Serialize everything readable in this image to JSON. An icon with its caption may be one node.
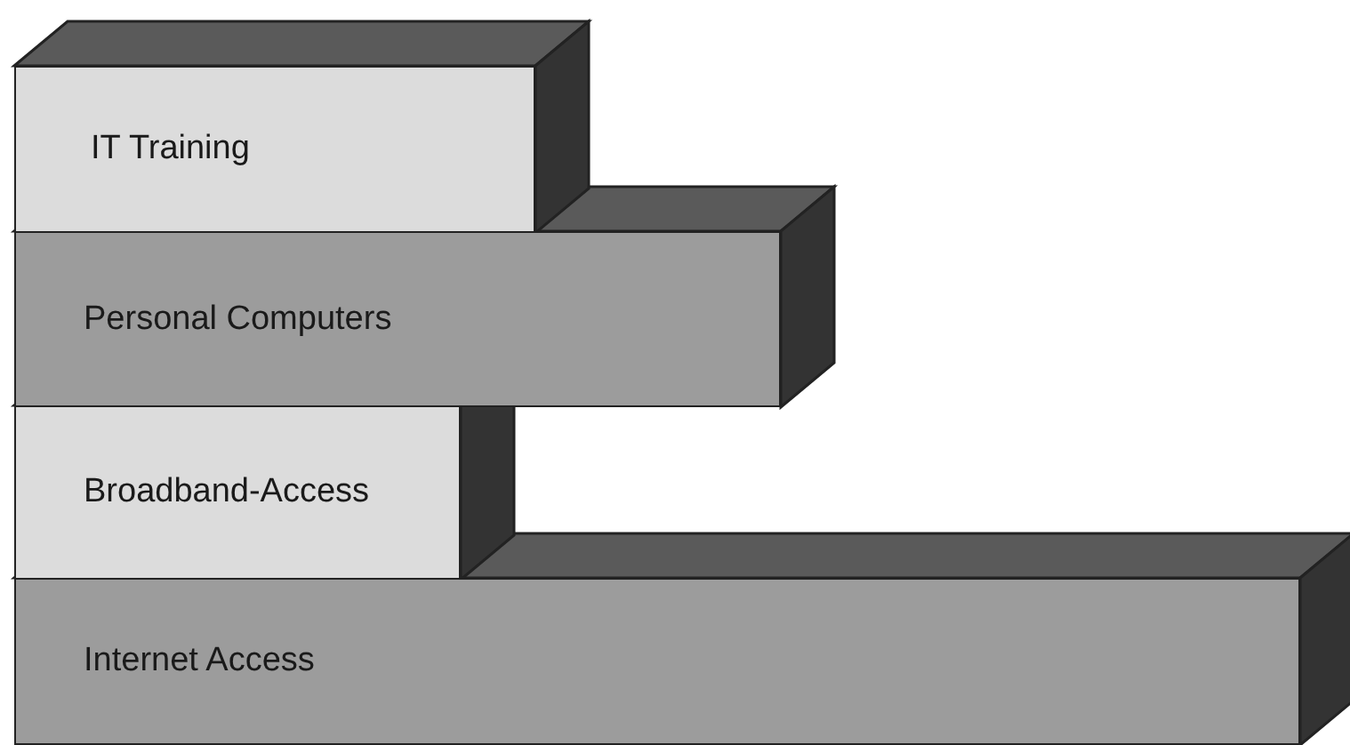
{
  "diagram": {
    "nodes": [
      {
        "text": [
          "IT Training"
        ]
      },
      {
        "text": [
          "Personal Computers"
        ]
      },
      {
        "text": [
          "Broadband-Access"
        ]
      },
      {
        "text": [
          "Internet Access"
        ]
      }
    ]
  }
}
